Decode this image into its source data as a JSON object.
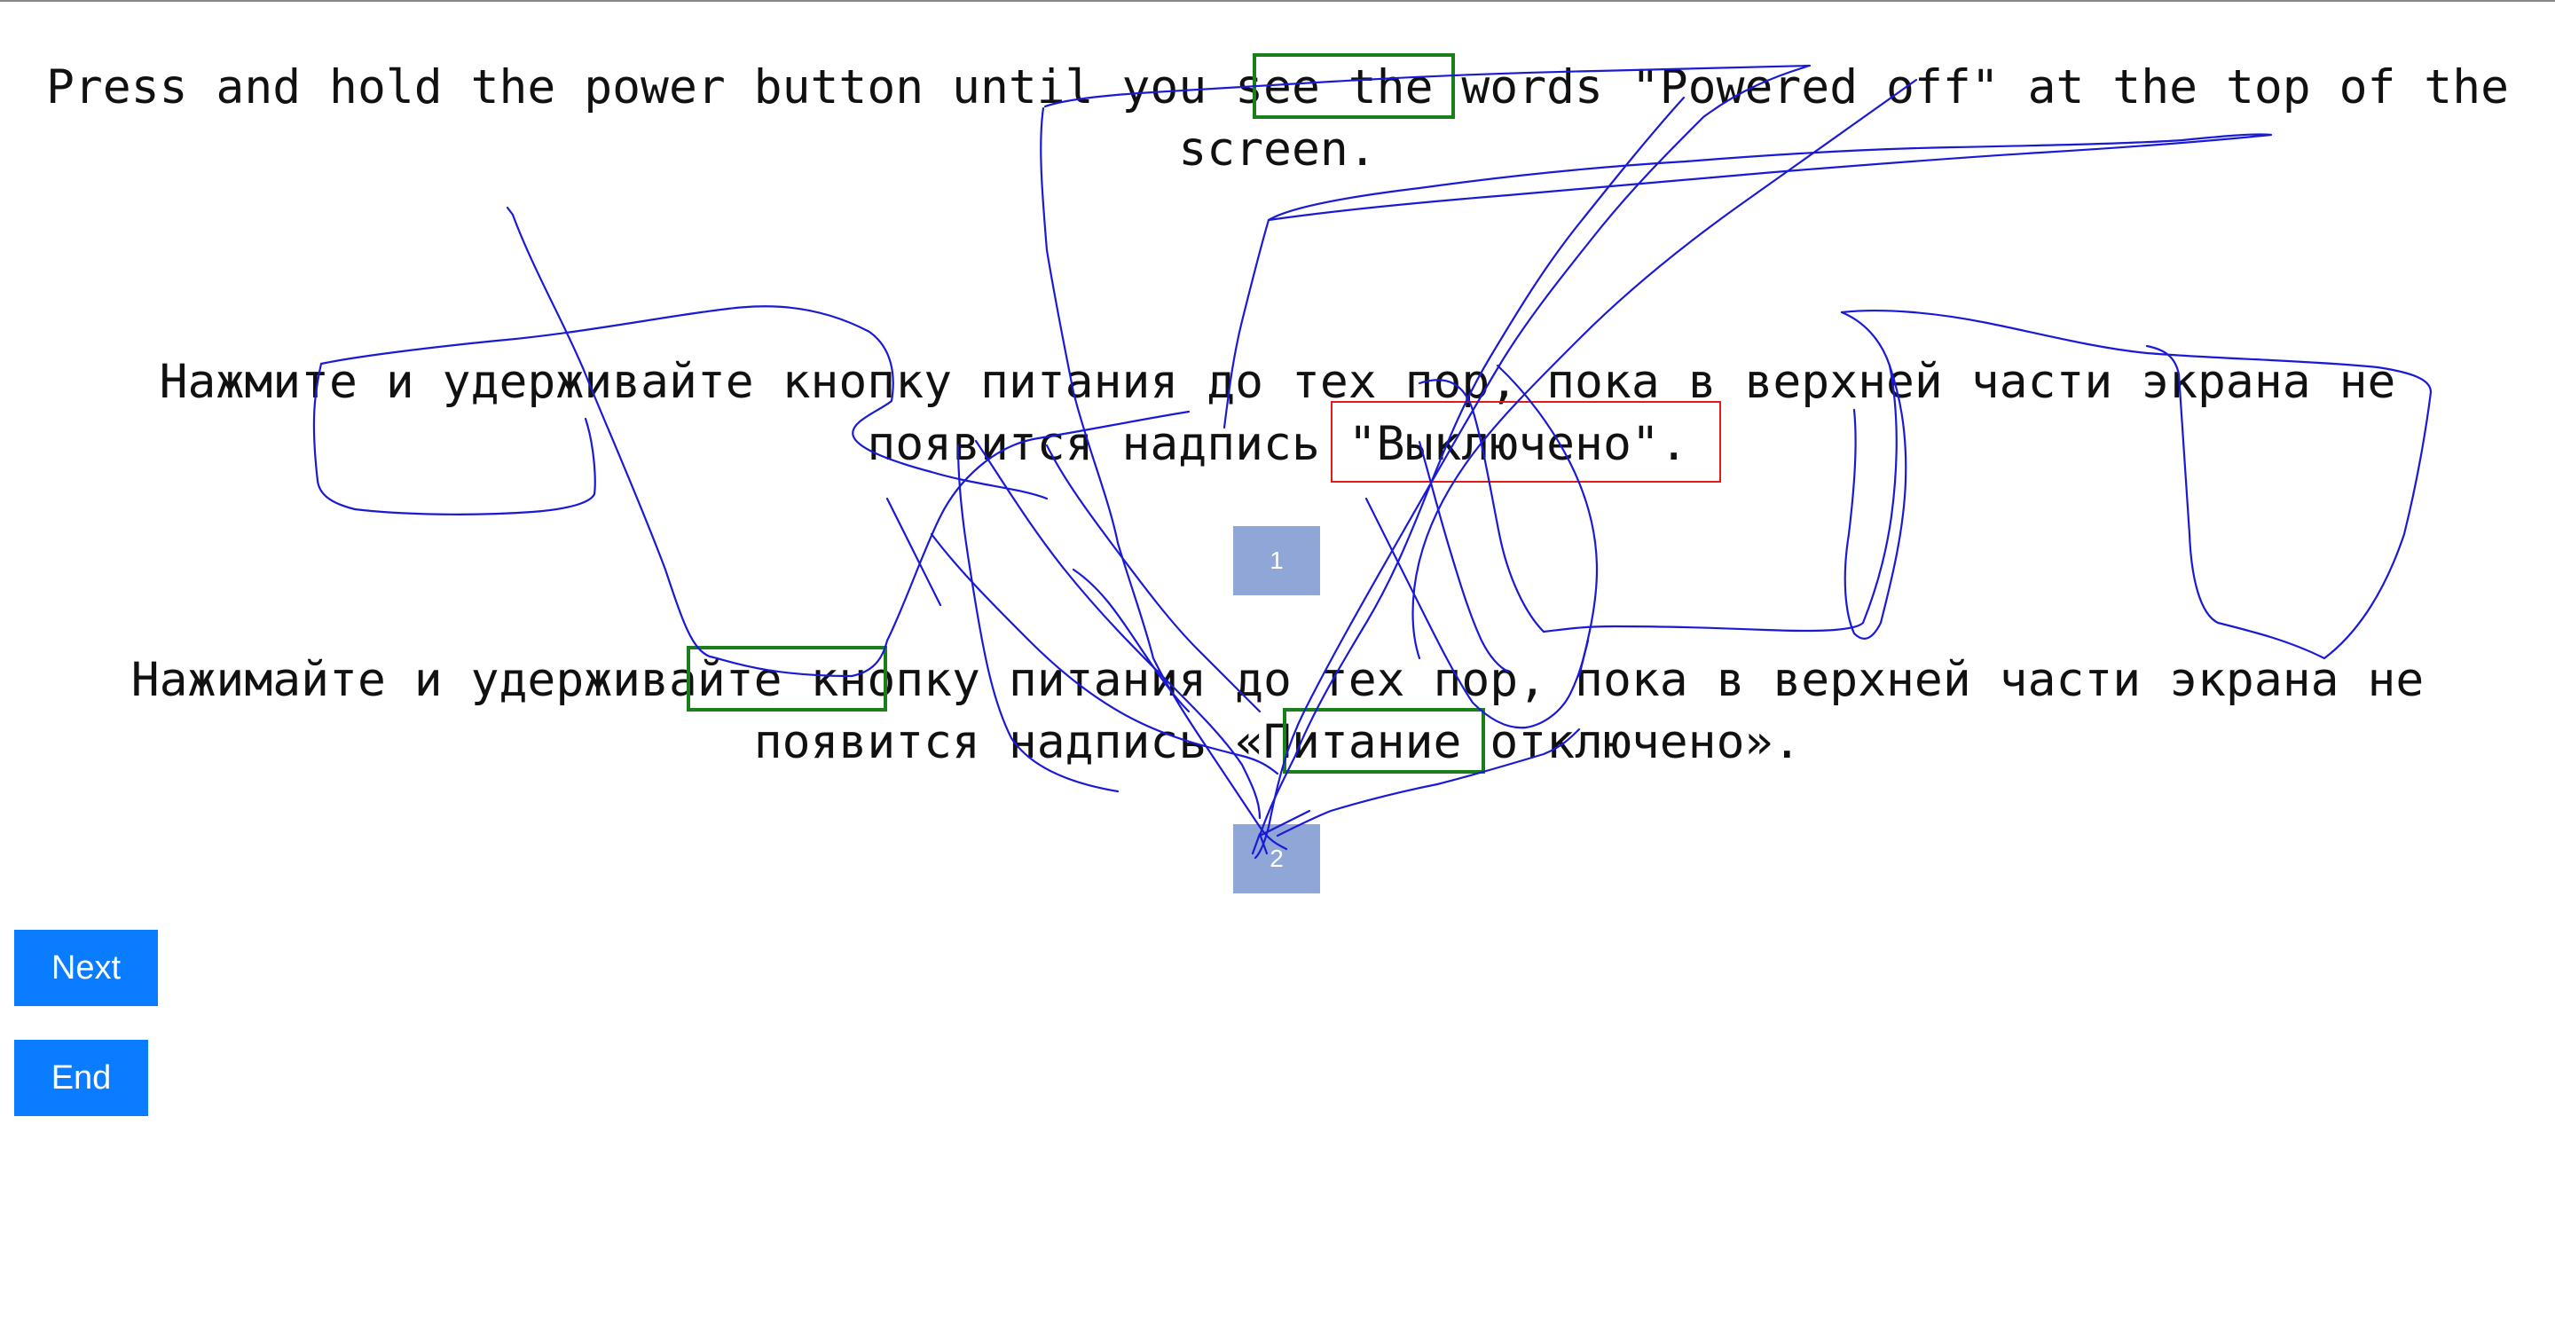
{
  "source_sentence": "Press and hold the power button until you see the words \"Powered off\" at the top of the screen.",
  "translation_1": "Нажмите и удерживайте кнопку питания до тех пор, пока в верхней части экрана не появится надпись \"Выключено\".",
  "translation_2": "Нажимайте и удерживайте кнопку питания до тех пор, пока в верхней части экрана не появится надпись «Питание отключено».",
  "badges": {
    "first": "1",
    "second": "2"
  },
  "buttons": {
    "next_label": "Next",
    "end_label": "End"
  },
  "colors": {
    "button": "#0a7cff",
    "badge": "#8fa6d6",
    "highlight_green": "#1a7f1a",
    "highlight_red": "#e11b1b",
    "scribble": "#1a1ad6"
  }
}
